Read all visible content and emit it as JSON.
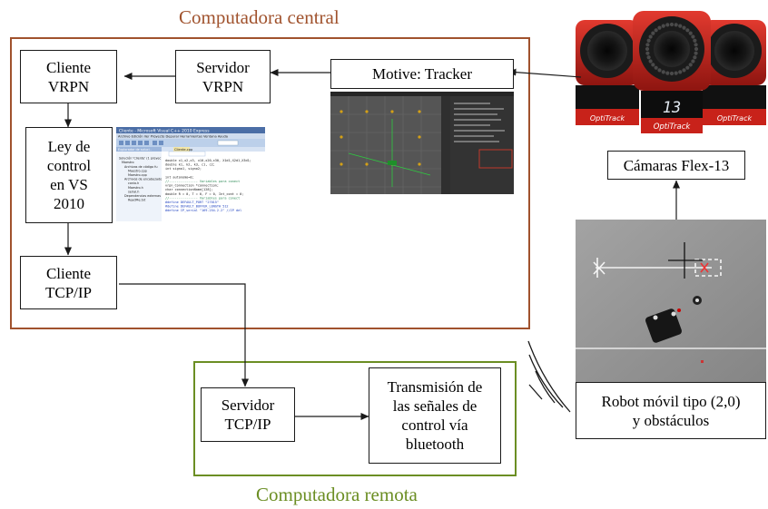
{
  "central": {
    "title": "Computadora central",
    "color": "#a0522d"
  },
  "remote": {
    "title": "Computadora remota",
    "color": "#6b8e23"
  },
  "nodes": {
    "cliente_vrpn": "Cliente\nVRPN",
    "servidor_vrpn": "Servidor\nVRPN",
    "motive": "Motive: Tracker",
    "ley_control": "Ley de\ncontrol\nen VS\n2010",
    "cliente_tcp": "Cliente\nTCP/IP",
    "servidor_tcp": "Servidor\nTCP/IP",
    "transmision": "Transmisión de\nlas señales de\ncontrol vía\nbluetooth",
    "camaras": "Cámaras Flex-13",
    "robot": "Robot móvil tipo (2,0)\ny obstáculos"
  },
  "camera_display": "13",
  "camera_brand": "OptiTrack",
  "vs_window_title": "Cliente - Microsoft Visual C++ 2010 Express",
  "vs_menu": "Archivo  Edición  Ver  Proyecto  Depurar  Herramientas  Ventana  Ayuda",
  "vs_tab": "Cliente.cpp",
  "vs_code": [
    "double x1,x2,x3, x10,x20,x30, X1d1,X2d1,X3d1;",
    "double k1, k2, k3, c1, c2;",
    "int signo1, signo2;",
    "",
    "int autonomo=0;",
    "//--------------- Variables para conect",
    "vrpn_Connection *connection;",
    "char connectionName[128];",
    "double R = 0, T = 0, F = 0, Int_cont = 0;",
    "//--------------- Variables para conect",
    "#define DEFAULT_PORT \"27015\"",
    "#define DEFAULT_BUFFER_LENGTH 512",
    "#define IP_serial \"169.254.2.2\"   //IP del"
  ],
  "vs_tree": [
    "Explorador de soluci..",
    "Solución 'Cliente' (1 proyec",
    "Maestro",
    "Archivos de código fu",
    "Maestro.cpp",
    "Maestro.cpp",
    "Archivos de encabezado",
    "conio.h",
    "Maestro.h",
    "serial.h",
    "Dependencias externas",
    "ReadMe.txt"
  ],
  "colors": {
    "line": "#1a1a1a",
    "box_border": "#1a1a1a"
  }
}
